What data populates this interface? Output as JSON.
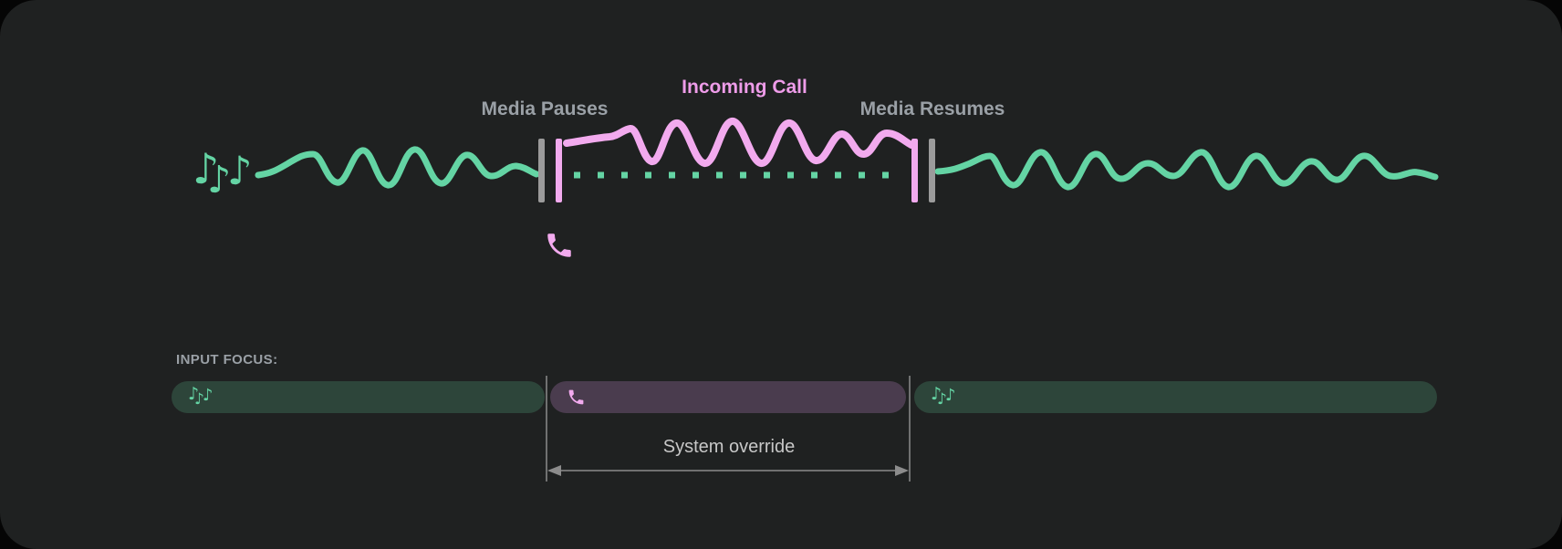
{
  "timeline_diagram": {
    "media_pauses_label": "Media Pauses",
    "incoming_call_label": "Incoming Call",
    "media_resumes_label": "Media Resumes",
    "icons": {
      "music_note_glyph": "♪",
      "phone_icon_name": "phone-icon",
      "music_icon_name": "music-notes-icon"
    },
    "phases": [
      {
        "name": "media-playing",
        "style": "solid-green-wave"
      },
      {
        "name": "media-paused",
        "style": "dotted-green-line"
      },
      {
        "name": "incoming-call",
        "style": "solid-pink-wave"
      },
      {
        "name": "media-resumed",
        "style": "solid-green-wave"
      }
    ]
  },
  "input_focus": {
    "label": "INPUT FOCUS:",
    "system_override_label": "System override",
    "segments": [
      {
        "name": "media-before-call",
        "type": "media",
        "icon": "music-notes-icon"
      },
      {
        "name": "call",
        "type": "call",
        "icon": "phone-icon"
      },
      {
        "name": "media-after-call",
        "type": "media",
        "icon": "music-notes-icon"
      }
    ]
  },
  "colors": {
    "page_background": "#050505",
    "card_background": "#1f2121",
    "media_green": "#64d4a4",
    "call_pink": "#f2aaee",
    "incoming_call_text": "#ee9ce9",
    "label_gray": "#9aa0a6",
    "marker_gray": "#9b9b9b",
    "media_bar_background": "#2d453a",
    "call_bar_background": "#4a3c4e",
    "arrow_gray": "#8c8c8c",
    "system_override_text": "#c7c7c7"
  }
}
